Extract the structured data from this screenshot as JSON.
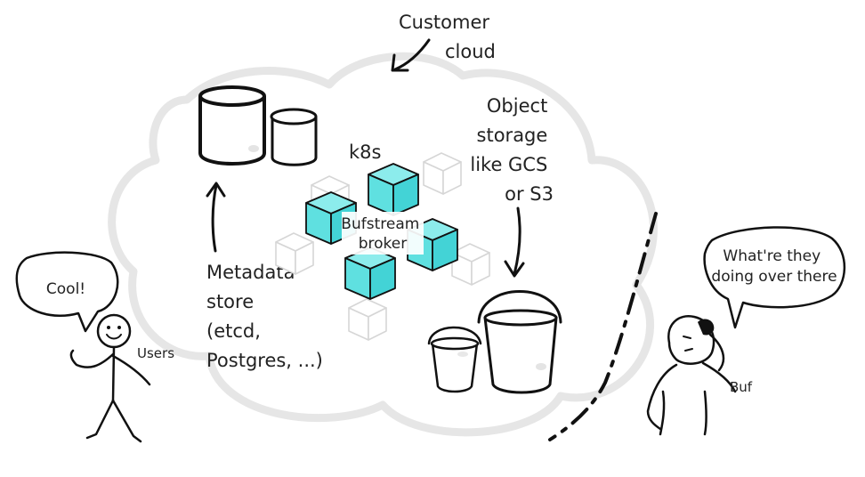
{
  "labels": {
    "customer_cloud": [
      "Customer",
      "cloud"
    ],
    "k8s": "k8s",
    "broker": [
      "Bufstream",
      "broker"
    ],
    "object_storage": [
      "Object",
      "storage",
      "like GCS",
      "or S3"
    ],
    "metadata_store": [
      "Metadata",
      "store",
      "(etcd,",
      "Postgres, ...)"
    ],
    "users_speech": "Cool!",
    "users": "Users",
    "buf_speech": [
      "What're they",
      "doing over there"
    ],
    "buf": "Buf"
  },
  "colors": {
    "cube": "#5fe0e0",
    "cloud_outline": "#e6e6e6",
    "ink": "#111111"
  }
}
